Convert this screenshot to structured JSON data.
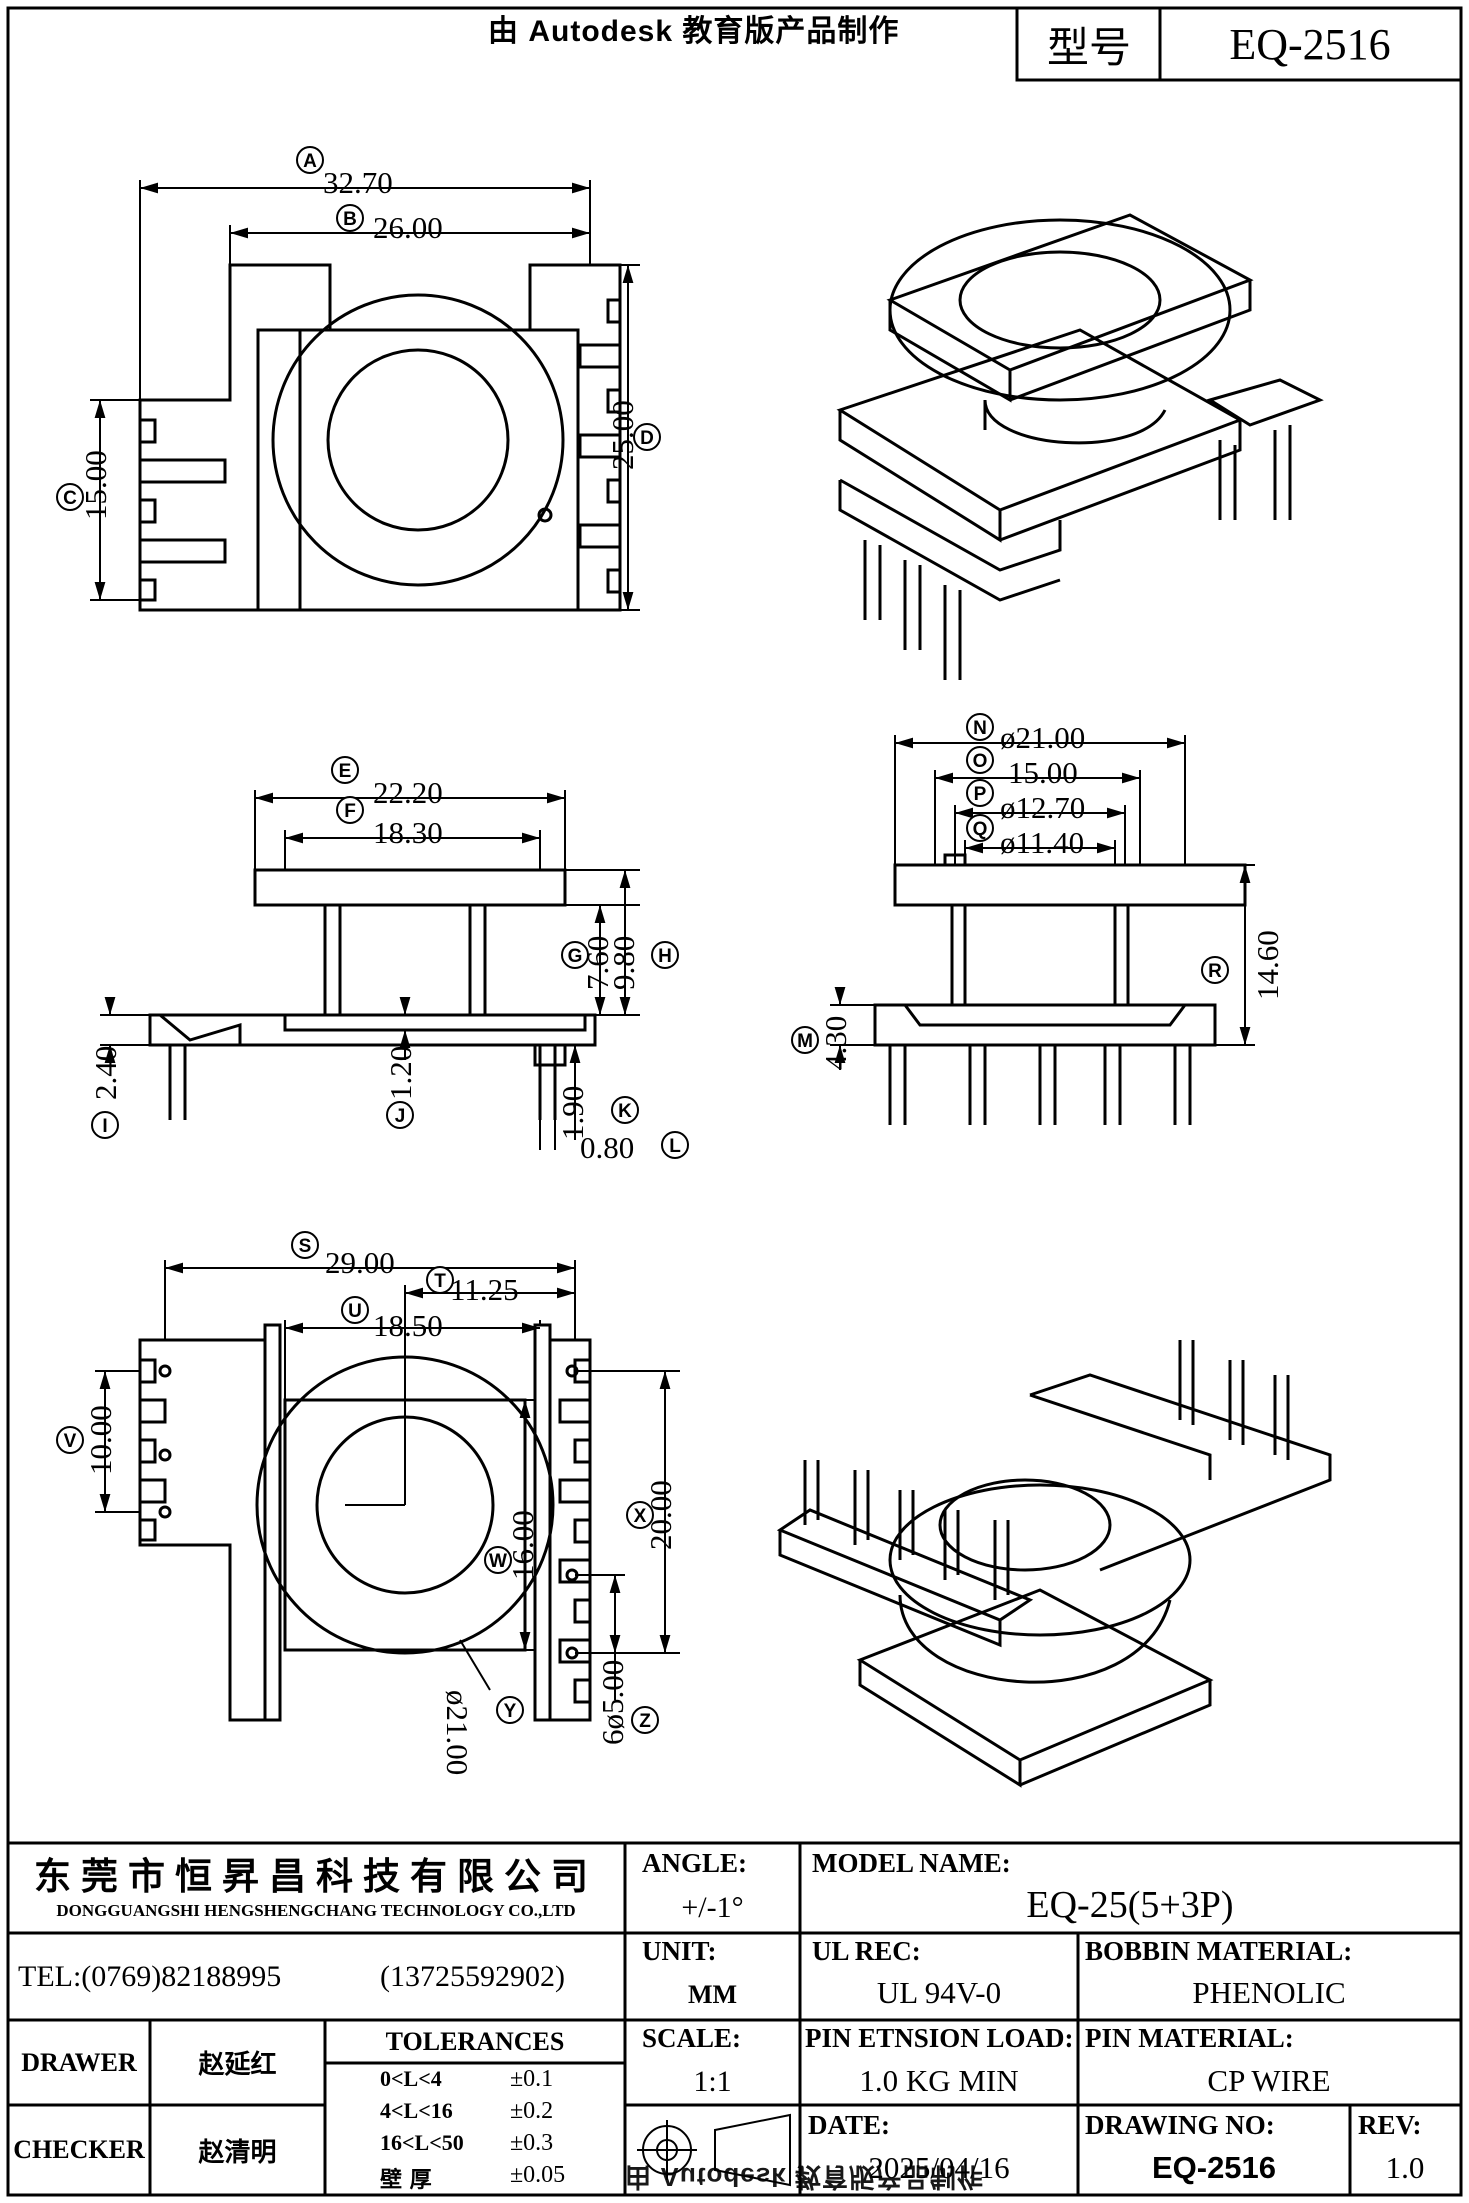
{
  "header": {
    "watermark_note": "由 Autodesk 教育版产品制作",
    "type_label": "型号",
    "type_value": "EQ-2516"
  },
  "views": {
    "top": {
      "A": "32.70",
      "B": "26.00",
      "C": "15.00",
      "D": "25.00"
    },
    "side": {
      "E": "22.20",
      "F": "18.30",
      "G": "7.60",
      "H": "9.80",
      "I": "2.40",
      "J": "1.20",
      "K": "1.90",
      "L": "0.80"
    },
    "front": {
      "N": "ø21.00",
      "O": "15.00",
      "P": "ø12.70",
      "Q": "ø11.40",
      "R": "14.60",
      "M": "4.30"
    },
    "bottom": {
      "S": "29.00",
      "T": "11.25",
      "U": "18.50",
      "V": "10.00",
      "W": "16.00",
      "X": "20.00",
      "Y": "ø21.00",
      "Z": "6ø5.00"
    },
    "letters": [
      "A",
      "B",
      "C",
      "D",
      "E",
      "F",
      "G",
      "H",
      "I",
      "J",
      "K",
      "L",
      "M",
      "N",
      "O",
      "P",
      "Q",
      "R",
      "S",
      "T",
      "U",
      "V",
      "W",
      "X",
      "Y",
      "Z"
    ]
  },
  "title_block": {
    "company_cn": "东莞市恒昇昌科技有限公司",
    "company_en": "DONGGUANGSHI HENGSHENGCHANG TECHNOLOGY CO.,LTD",
    "tel": "TEL:(0769)82188995",
    "mobile": "(13725592902)",
    "drawer_label": "DRAWER",
    "drawer_name": "赵延红",
    "checker_label": "CHECKER",
    "checker_name": "赵清明",
    "tolerances_label": "TOLERANCES",
    "tolerances": [
      {
        "range": "0<L<4",
        "value": "±0.1"
      },
      {
        "range": "4<L<16",
        "value": "±0.2"
      },
      {
        "range": "16<L<50",
        "value": "±0.3"
      },
      {
        "range": "壁    厚",
        "value": "±0.05"
      }
    ],
    "angle_label": "ANGLE:",
    "angle_value": "+/-1°",
    "unit_label": "UNIT:",
    "unit_value": "MM",
    "scale_label": "SCALE:",
    "scale_value": "1:1",
    "model_label": "MODEL NAME:",
    "model_value": "EQ-25(5+3P)",
    "ul_label": "UL REC:",
    "ul_value": "UL 94V-0",
    "bobbin_label": "BOBBIN MATERIAL:",
    "bobbin_value": "PHENOLIC",
    "pin_load_label": "PIN ETNSION LOAD:",
    "pin_load_value": "1.0 KG MIN",
    "pin_mat_label": "PIN MATERIAL:",
    "pin_mat_value": "CP WIRE",
    "date_label": "DATE:",
    "date_value": "2025/04/16",
    "drawing_no_label": "DRAWING NO:",
    "drawing_no_value": "EQ-2516",
    "rev_label": "REV:",
    "rev_value": "1.0",
    "bottom_watermark": "由 Autodesk 教育版产品制作"
  }
}
